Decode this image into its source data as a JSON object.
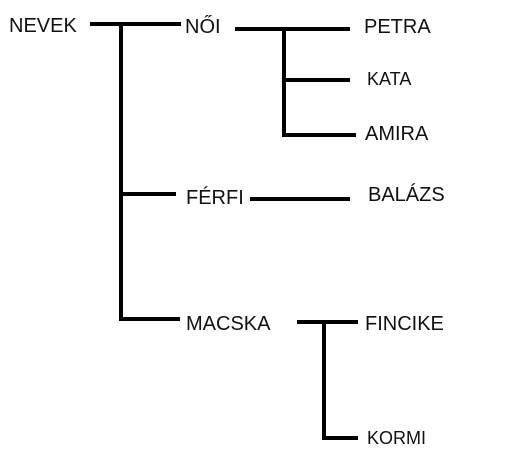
{
  "tree": {
    "root": "NEVEK",
    "categories": [
      {
        "label": "NŐI",
        "children": [
          "PETRA",
          "KATA",
          "AMIRA"
        ]
      },
      {
        "label": "FÉRFI",
        "children": [
          "BALÁZS"
        ]
      },
      {
        "label": "MACSKA",
        "children": [
          "FINCIKE",
          "KORMI"
        ]
      }
    ]
  },
  "colors": {
    "line": "#000000",
    "text": "#111111",
    "background": "#ffffff"
  }
}
